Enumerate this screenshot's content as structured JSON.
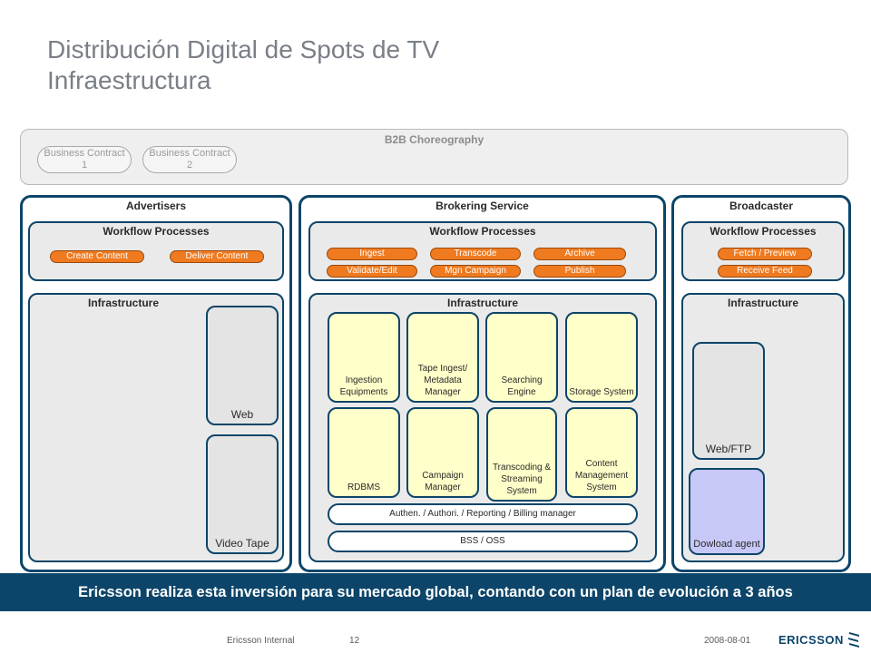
{
  "title": {
    "line1": "Distribución Digital de Spots de TV",
    "line2": "Infraestructura"
  },
  "b2b": {
    "title": "B2B Choreography",
    "contracts": [
      "Business Contract 1",
      "Business Contract 2"
    ]
  },
  "advertisers": {
    "title": "Advertisers",
    "workflow_title": "Workflow Processes",
    "workflow": [
      "Create Content",
      "Deliver Content"
    ],
    "infra_title": "Infrastructure",
    "components": [
      "Web",
      "Video Tape"
    ]
  },
  "brokering": {
    "title": "Brokering Service",
    "workflow_title": "Workflow Processes",
    "workflow": [
      "Ingest",
      "Transcode",
      "Archive",
      "Validate/Edit",
      "Mgn Campaign",
      "Publish"
    ],
    "infra_title": "Infrastructure",
    "components": [
      "Ingestion Equipments",
      "Tape Ingest/ Metadata Manager",
      "Searching Engine",
      "Storage System",
      "RDBMS",
      "Campaign Manager",
      "Transcoding & Streaming System",
      "Content Management System"
    ],
    "bars": [
      "Authen. / Authori. / Reporting / Billing manager",
      "BSS / OSS"
    ]
  },
  "broadcaster": {
    "title": "Broadcaster",
    "workflow_title": "Workflow Processes",
    "workflow": [
      "Fetch / Preview",
      "Receive Feed"
    ],
    "infra_title": "Infrastructure",
    "components": [
      "Web/FTP",
      "Dowload agent"
    ]
  },
  "banner": "Ericsson realiza esta inversión para su mercado global, contando con un plan de evolución a 3 años",
  "footer": {
    "classification": "Ericsson Internal",
    "page": "12",
    "date": "2008-08-01",
    "logo": "ERICSSON"
  }
}
